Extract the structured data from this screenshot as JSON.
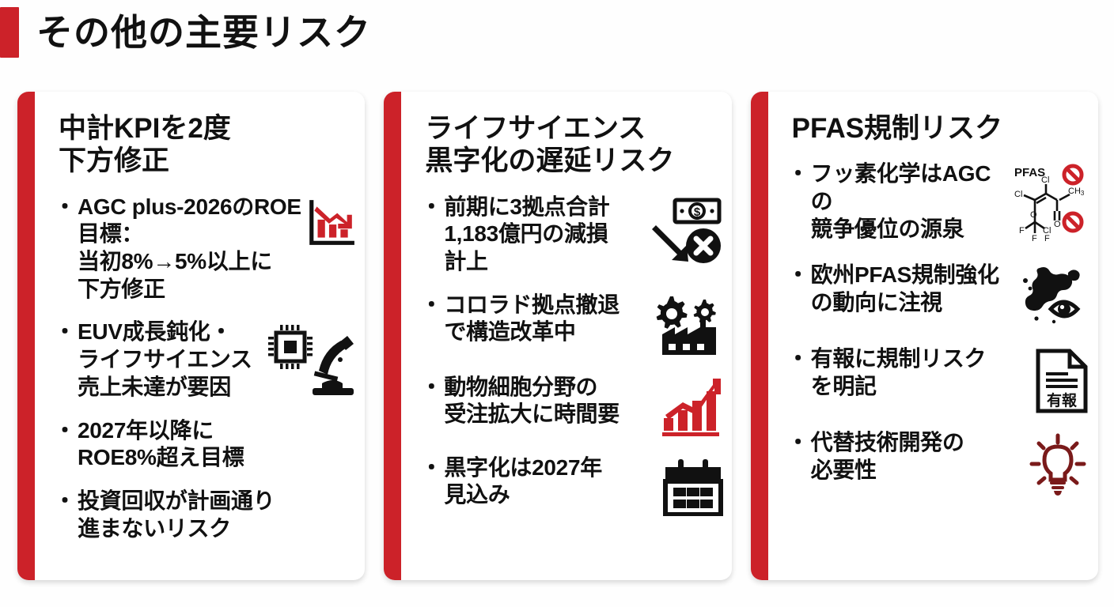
{
  "slide": {
    "title": "その他の主要リスク",
    "accent_color": "#CC2229",
    "background_color": "#FEFEFE"
  },
  "cards": [
    {
      "heading": "中計KPIを2度\n下方修正",
      "bullets": [
        {
          "text": "AGC plus-2026のROE目標：\n当初8%→5%以上に\n下方修正",
          "icon": "declining-bar-chart-icon"
        },
        {
          "text": "EUV成長鈍化・\nライフサイエンス\n売上未達が要因",
          "icon": "chip-microscope-icon"
        },
        {
          "text": "2027年以降に\nROE8%超え目標",
          "icon": "none"
        },
        {
          "text": "投資回収が計画通り\n進まないリスク",
          "icon": "none"
        }
      ]
    },
    {
      "heading": "ライフサイエンス\n黒字化の遅延リスク",
      "bullets": [
        {
          "text": "前期に3拠点合計\n1,183億円の減損\n計上",
          "icon": "money-loss-icon"
        },
        {
          "text": "コロラド拠点撤退\nで構造改革中",
          "icon": "factory-gears-icon"
        },
        {
          "text": "動物細胞分野の\n受注拡大に時間要",
          "icon": "rising-bar-chart-icon"
        },
        {
          "text": "黒字化は2027年\n見込み",
          "icon": "calendar-icon"
        }
      ]
    },
    {
      "heading": "PFAS規制リスク",
      "bullets": [
        {
          "text": "フッ素化学はAGCの\n競争優位の源泉",
          "icon": "pfas-molecule-icon"
        },
        {
          "text": "欧州PFAS規制強化\nの動向に注視",
          "icon": "europe-eye-icon"
        },
        {
          "text": "有報に規制リスク\nを明記",
          "icon": "document-yuho-icon"
        },
        {
          "text": "代替技術開発の\n必要性",
          "icon": "lightbulb-icon"
        }
      ]
    }
  ],
  "icon_labels": {
    "pfas_label": "PFAS",
    "molecule_atoms": [
      "Cl",
      "Cl",
      "CH₃",
      "O",
      "O",
      "F",
      "F",
      "Cl",
      "F"
    ],
    "document_label": "有報",
    "money_symbol": "$"
  }
}
